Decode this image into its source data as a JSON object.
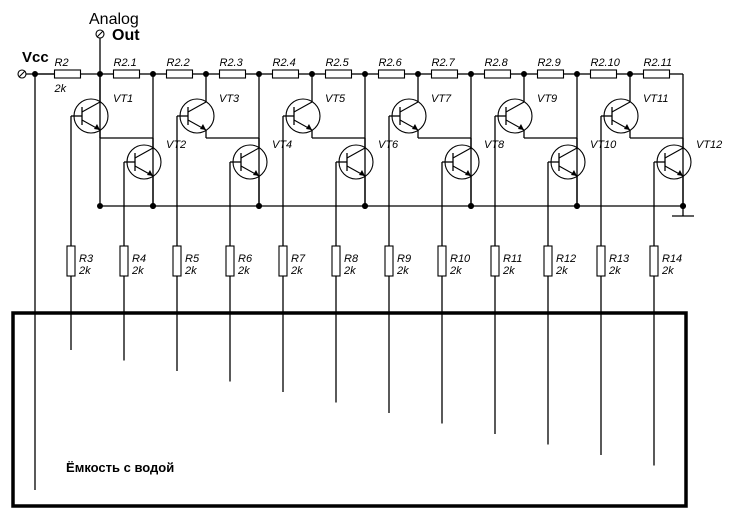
{
  "vcc_label": "Vcc",
  "analog_label": "Analog",
  "out_label": "Out",
  "tank_label": "Ёмкость с водой",
  "chain": [
    {
      "name": "R2",
      "value": "2k"
    },
    {
      "name": "R2.1"
    },
    {
      "name": "R2.2"
    },
    {
      "name": "R2.3"
    },
    {
      "name": "R2.4"
    },
    {
      "name": "R2.5"
    },
    {
      "name": "R2.6"
    },
    {
      "name": "R2.7"
    },
    {
      "name": "R2.8"
    },
    {
      "name": "R2.9"
    },
    {
      "name": "R2.10"
    },
    {
      "name": "R2.11"
    }
  ],
  "transistors": [
    "VT1",
    "VT2",
    "VT3",
    "VT4",
    "VT5",
    "VT6",
    "VT7",
    "VT8",
    "VT9",
    "VT10",
    "VT11",
    "VT12"
  ],
  "base_resistors": [
    {
      "name": "R3",
      "value": "2k"
    },
    {
      "name": "R4",
      "value": "2k"
    },
    {
      "name": "R5",
      "value": "2k"
    },
    {
      "name": "R6",
      "value": "2k"
    },
    {
      "name": "R7",
      "value": "2k"
    },
    {
      "name": "R8",
      "value": "2k"
    },
    {
      "name": "R9",
      "value": "2k"
    },
    {
      "name": "R10",
      "value": "2k"
    },
    {
      "name": "R11",
      "value": "2k"
    },
    {
      "name": "R12",
      "value": "2k"
    },
    {
      "name": "R13",
      "value": "2k"
    },
    {
      "name": "R14",
      "value": "2k"
    }
  ]
}
